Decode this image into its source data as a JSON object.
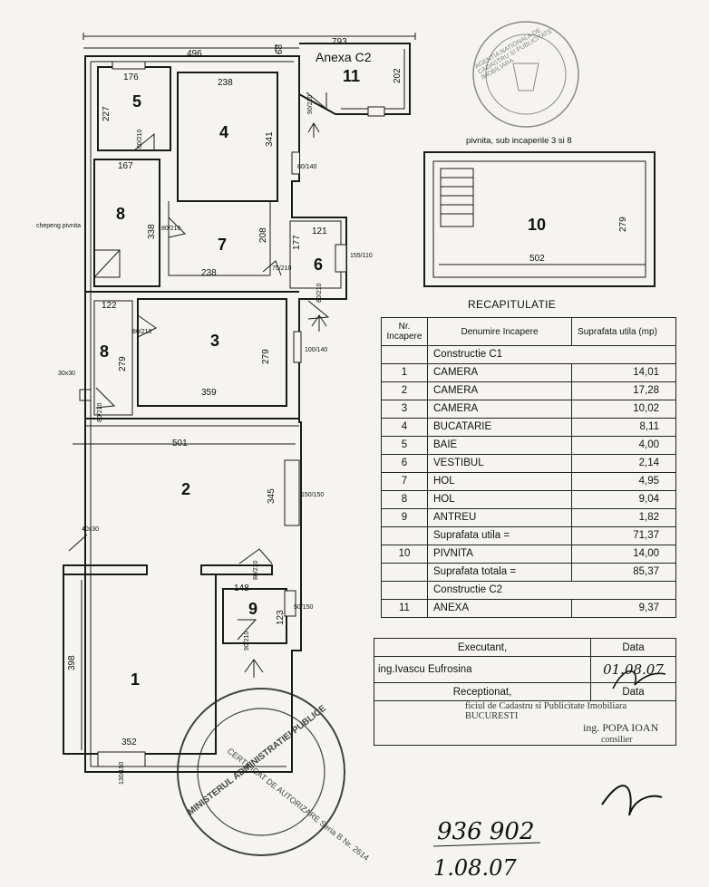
{
  "plan": {
    "annex_title": "Anexa C2",
    "rooms": {
      "r1": "1",
      "r2": "2",
      "r3": "3",
      "r4": "4",
      "r5": "5",
      "r6": "6",
      "r7": "7",
      "r8a": "8",
      "r8b": "8",
      "r9": "9",
      "r10": "10",
      "r11": "11"
    },
    "dims": {
      "d793": "793",
      "d496": "496",
      "d68": "68",
      "d202": "202",
      "d176": "176",
      "d238a": "238",
      "d227": "227",
      "d341": "341",
      "d167": "167",
      "d338": "338",
      "d208": "208",
      "d177": "177",
      "d121": "121",
      "d238b": "238",
      "d122": "122",
      "d279a": "279",
      "d279b": "279",
      "d359": "359",
      "d501": "501",
      "d345": "345",
      "d148": "148",
      "d123": "123",
      "d398": "398",
      "d352": "352",
      "d279c": "279",
      "d502": "502",
      "door_90_210": "90/210",
      "door_80_210": "80/210",
      "door_75_210": "75/210",
      "win_80_140": "80/140",
      "win_155_110": "155/110",
      "win_100_140": "100/140",
      "win_150_150": "150/150",
      "win_50_150": "50/150",
      "win_130_150": "130/150",
      "hatch": "chepeng pivnita",
      "vent1": "30x30",
      "vent2": "40x30"
    },
    "basement_caption": "pivnita, sub incaperile 3 si 8"
  },
  "recap": {
    "title": "RECAPITULATIE",
    "headers": {
      "nr": "Nr. Incapere",
      "name": "Denumire Incapere",
      "area": "Suprafata utila (mp)"
    },
    "c1_title": "Constructie C1",
    "rows": [
      {
        "nr": "1",
        "name": "CAMERA",
        "area": "14,01"
      },
      {
        "nr": "2",
        "name": "CAMERA",
        "area": "17,28"
      },
      {
        "nr": "3",
        "name": "CAMERA",
        "area": "10,02"
      },
      {
        "nr": "4",
        "name": "BUCATARIE",
        "area": "8,11"
      },
      {
        "nr": "5",
        "name": "BAIE",
        "area": "4,00"
      },
      {
        "nr": "6",
        "name": "VESTIBUL",
        "area": "2,14"
      },
      {
        "nr": "7",
        "name": "HOL",
        "area": "4,95"
      },
      {
        "nr": "8",
        "name": "HOL",
        "area": "9,04"
      },
      {
        "nr": "9",
        "name": "ANTREU",
        "area": "1,82"
      }
    ],
    "useful_label": "Suprafata utila =",
    "useful_value": "71,37",
    "basement": {
      "nr": "10",
      "name": "PIVNITA",
      "area": "14,00"
    },
    "total_label": "Suprafata totala =",
    "total_value": "85,37",
    "c2_title": "Constructie C2",
    "annex": {
      "nr": "11",
      "name": "ANEXA",
      "area": "9,37"
    }
  },
  "sign": {
    "executant_label": "Executant,",
    "date_label": "Data",
    "executant_name": "ing.Ivascu Eufrosina",
    "executant_date": "01.08.07",
    "receptionat_label": "Receptionat,",
    "date_label2": "Data",
    "office_text": "ficiul de Cadastru si Publicitate Imobiliara BUCURESTI",
    "official_name": "ing. POPA IOAN",
    "official_title": "consilier"
  },
  "handwritten": {
    "number": "936 902",
    "date": "1.08.07"
  },
  "stamps": {
    "ministry": "MINISTERUL ADMINISTRATIEI PUBLICE",
    "certificate": "CERTIFICAT DE AUTORIZARE Seria B Nr. 2614",
    "agency": "AGENTIA NATIONALA DE CADASTRU SI PUBLICITATE IMOBILIARA"
  }
}
